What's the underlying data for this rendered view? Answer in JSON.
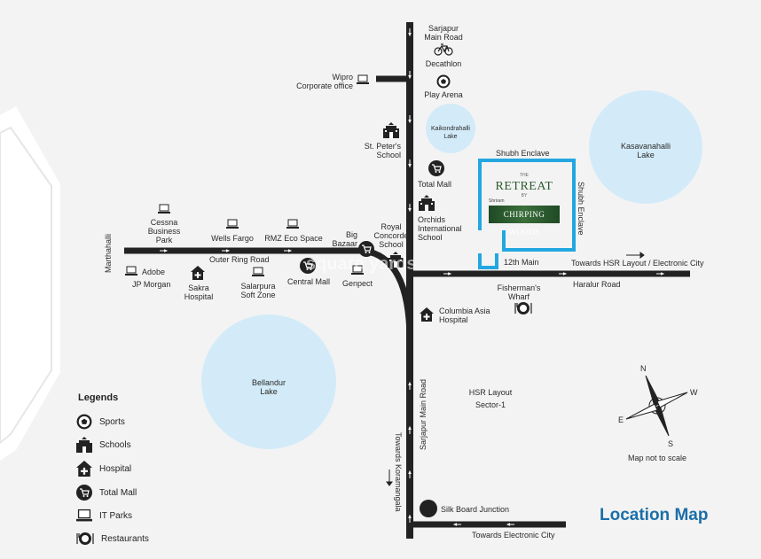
{
  "title": "Location Map",
  "logo": {
    "the": "THE",
    "name": "RETREAT",
    "by": "BY",
    "brand": "Shriram",
    "subtitle": "CHIRPING WOODS"
  },
  "colors": {
    "lake": "#d3ebf8",
    "road": "#222222",
    "project": "#22a7e0",
    "title": "#1b6fa8",
    "background": "#f3f3f4"
  },
  "roads": {
    "sarjapur_main_top": "Sarjapur\nMain Road",
    "outer_ring_road": "Outer Ring Road",
    "marthahalli": "Marthahalli",
    "haralur_road": "Haralur Road",
    "twelfth_main": "12th Main",
    "towards_hsr": "Towards HSR Layout / Electronic City",
    "sarjapur_main_vert": "Sarjapur Main Road",
    "towards_koramangala": "Towards Koramangala",
    "towards_electronic_city": "Towards Electronic City",
    "shubh_enclave_top": "Shubh Enclave",
    "shubh_enclave_side": "Shubh Enclave"
  },
  "lakes": {
    "kaikondrahalli": "Kaikondrahalli\nLake",
    "kasavanahalli": "Kasavanahalli\nLake",
    "bellandur": "Bellandur\nLake"
  },
  "places": {
    "decathlon": "Decathlon",
    "play_arena": "Play Arena",
    "wipro": "Wipro\nCorporate office",
    "st_peters": "St. Peter's\nSchool",
    "total_mall": "Total Mall",
    "orchids": "Orchids\nInternational\nSchool",
    "royal_concorde": "Royal\nConcorde\nSchool",
    "big_bazaar": "Big\nBazaar",
    "cessna": "Cessna\nBusiness\nPark",
    "wells_fargo": "Wells Fargo",
    "rmz": "RMZ Eco Space",
    "adobe": "Adobe",
    "jp_morgan": "JP Morgan",
    "sakra": "Sakra\nHospital",
    "salarpura": "Salarpura\nSoft Zone",
    "central_mall": "Central Mall",
    "genpect": "Genpect",
    "fishermans": "Fisherman's\nWharf",
    "columbia": "Columbia Asia\nHospital",
    "hsr_layout": "HSR Layout\nSector-1",
    "silk_board": "Silk Board Junction"
  },
  "compass": {
    "n": "N",
    "s": "S",
    "e": "E",
    "w": "W",
    "note": "Map not to scale"
  },
  "legend": {
    "title": "Legends",
    "items": [
      {
        "icon": "sports-icon",
        "label": "Sports"
      },
      {
        "icon": "school-icon",
        "label": "Schools"
      },
      {
        "icon": "hospital-icon",
        "label": "Hospital"
      },
      {
        "icon": "mall-icon",
        "label": "Total Mall"
      },
      {
        "icon": "it-park-icon",
        "label": "IT Parks"
      },
      {
        "icon": "restaurant-icon",
        "label": "Restaurants"
      }
    ]
  },
  "watermark": "square yards"
}
